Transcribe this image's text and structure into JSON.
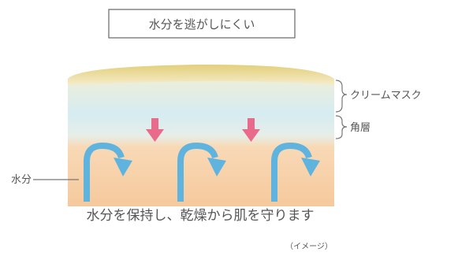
{
  "title": "水分を逃がしにくい",
  "layers": {
    "cream_mask": "クリームマスク",
    "stratum_corneum": "角層"
  },
  "water_label": "水分",
  "caption": "水分を保持し、乾燥から肌を守ります",
  "note": "（イメージ）",
  "colors": {
    "cream_top": "#e8d98a",
    "cream_mid": "#f6efd0",
    "mask_blue": "#cde6ef",
    "skin": "#f5c79a",
    "down_arrow": "#e96a8a",
    "water_arrow": "#5fb3df"
  }
}
